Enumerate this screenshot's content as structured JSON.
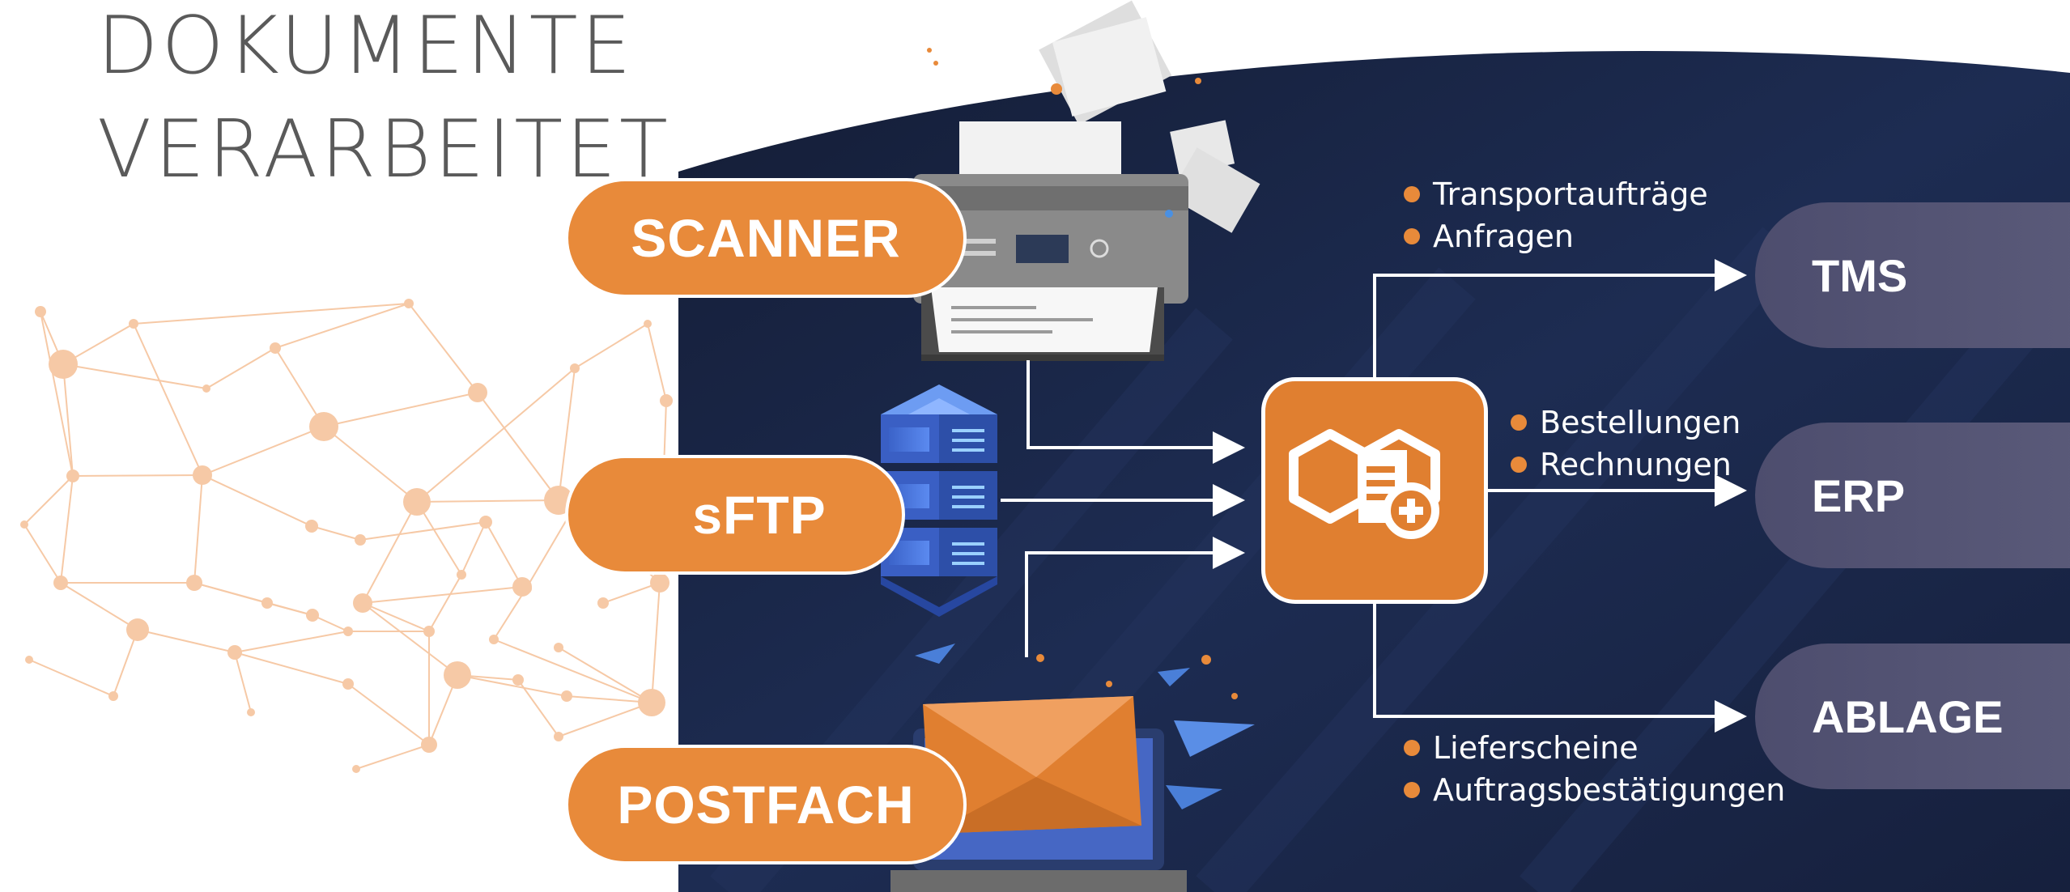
{
  "title": {
    "line1": "DOKUMENTE",
    "line2": "VERARBEITET"
  },
  "sources": {
    "scanner": "SCANNER",
    "sftp": "sFTP",
    "postfach": "POSTFACH"
  },
  "destinations": {
    "tms": "TMS",
    "erp": "ERP",
    "ablage": "ABLAGE"
  },
  "doc_types": {
    "tms": [
      "Transportaufträge",
      "Anfragen"
    ],
    "erp": [
      "Bestellungen",
      "Rechnungen"
    ],
    "ablage": [
      "Lieferscheine",
      "Auftragsbestätigungen"
    ]
  },
  "icons": {
    "source_scanner": "printer-icon",
    "source_sftp": "server-icon",
    "source_postfach": "envelope-laptop-icon",
    "hub": "document-processing-icon",
    "background": "network-graph"
  },
  "colors": {
    "accent_orange": "#e88a3a",
    "hub_orange": "#e07f30",
    "panel_navy": "#1a2746",
    "destination_gray": "#55556f",
    "network_peach": "#f6c9a6",
    "title_gray": "#5a5a5a"
  }
}
